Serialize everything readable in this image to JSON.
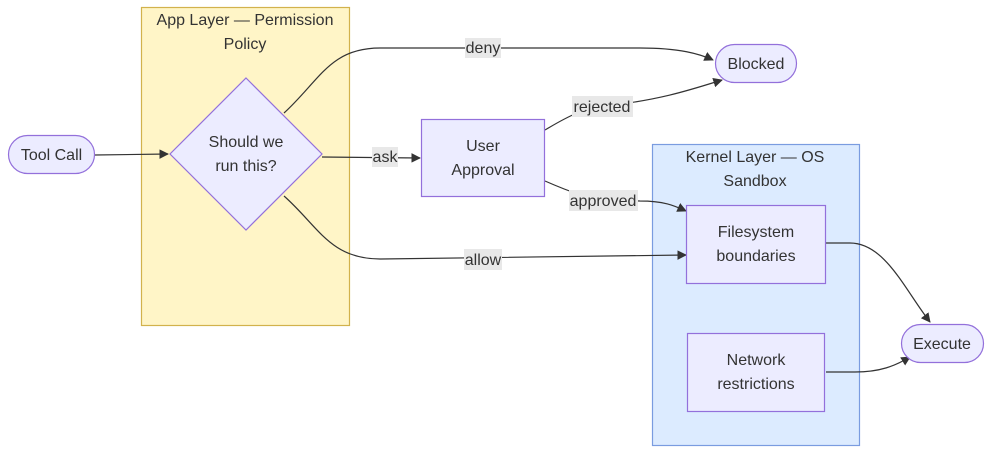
{
  "clusters": {
    "app": {
      "title_line1": "App Layer — Permission",
      "title_line2": "Policy",
      "fill": "#FFF5C7",
      "stroke": "#D2B24C"
    },
    "kernel": {
      "title_line1": "Kernel Layer — OS",
      "title_line2": "Sandbox",
      "fill": "#DCEBFF",
      "stroke": "#7A9CE0"
    }
  },
  "nodes": {
    "tool_call": {
      "label": "Tool Call"
    },
    "decision": {
      "label_line1": "Should we",
      "label_line2": "run this?"
    },
    "approval": {
      "label_line1": "User",
      "label_line2": "Approval"
    },
    "blocked": {
      "label": "Blocked"
    },
    "filesystem": {
      "label_line1": "Filesystem",
      "label_line2": "boundaries"
    },
    "network": {
      "label_line1": "Network",
      "label_line2": "restrictions"
    },
    "execute": {
      "label": "Execute"
    }
  },
  "edges": {
    "deny": "deny",
    "ask": "ask",
    "rejected": "rejected",
    "approved": "approved",
    "allow": "allow"
  },
  "colors": {
    "node_fill": "#ECECFF",
    "node_stroke": "#9370DB",
    "edge": "#333333",
    "label_bg": "#e8e8e8"
  }
}
